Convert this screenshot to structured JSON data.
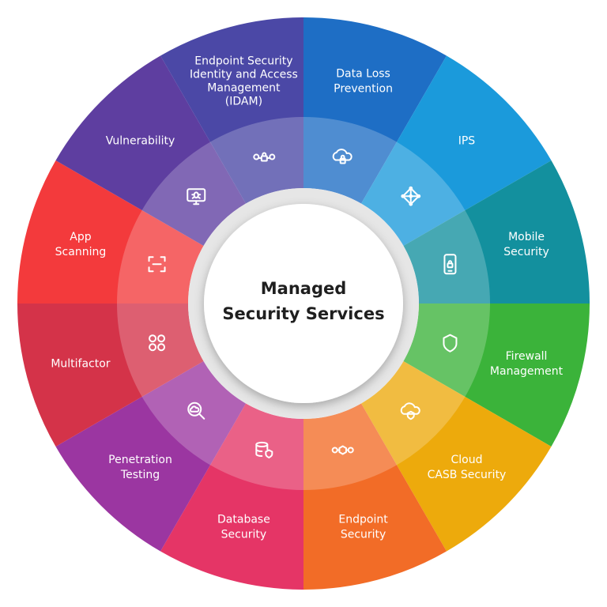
{
  "center": {
    "title_line1": "Managed",
    "title_line2": "Security Services"
  },
  "segments": [
    {
      "label_lines": [
        "Data Loss",
        "Prevention"
      ],
      "color": "#1E6EC5",
      "icon": "cloud-lock-icon"
    },
    {
      "label_lines": [
        "IPS"
      ],
      "color": "#1B9ADB",
      "icon": "network-nodes-icon"
    },
    {
      "label_lines": [
        "Mobile",
        "Security"
      ],
      "color": "#13909E",
      "icon": "mobile-lock-icon"
    },
    {
      "label_lines": [
        "Firewall",
        "Management"
      ],
      "color": "#3BB33A",
      "icon": "shield-icon"
    },
    {
      "label_lines": [
        "Cloud",
        "CASB Security"
      ],
      "color": "#EDAA0C",
      "icon": "cloud-shield-icon"
    },
    {
      "label_lines": [
        "Endpoint",
        "Security"
      ],
      "color": "#F26C27",
      "icon": "endpoint-chain-icon"
    },
    {
      "label_lines": [
        "Database",
        "Security"
      ],
      "color": "#E53566",
      "icon": "database-shield-icon"
    },
    {
      "label_lines": [
        "Penetration",
        "Testing"
      ],
      "color": "#9B36A1",
      "icon": "magnifier-cloud-icon"
    },
    {
      "label_lines": [
        "Multifactor"
      ],
      "color": "#D43349",
      "icon": "four-circles-icon"
    },
    {
      "label_lines": [
        "App",
        "Scanning"
      ],
      "color": "#F33A3C",
      "icon": "scan-frame-icon"
    },
    {
      "label_lines": [
        "Vulnerability"
      ],
      "color": "#5E3EA0",
      "icon": "monitor-bug-icon"
    },
    {
      "label_lines": [
        "Endpoint Security",
        "Identity and Access",
        "Management",
        "(IDAM)"
      ],
      "color": "#4B48A6",
      "icon": "identity-chain-icon"
    }
  ]
}
